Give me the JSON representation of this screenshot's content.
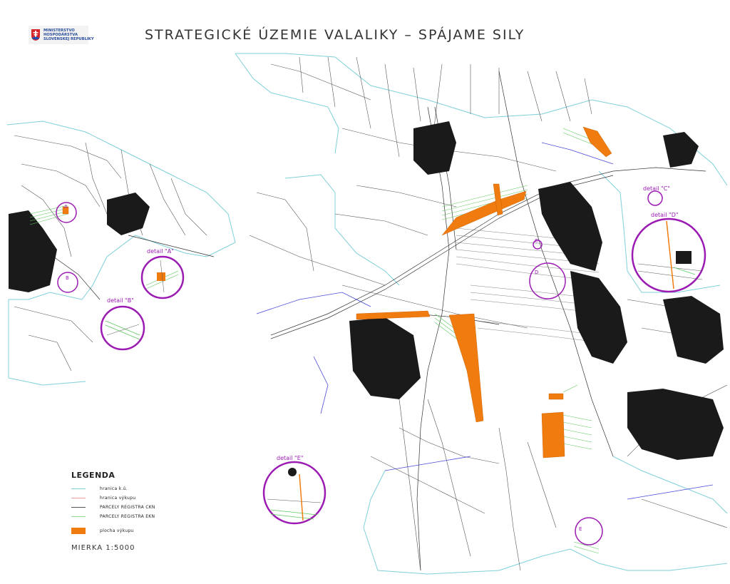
{
  "header": {
    "title": "STRATEGICKÉ ÚZEMIE VALALIKY – SPÁJAME SILY",
    "logo_lines": [
      "MINISTERSTVO",
      "HOSPODÁRSTVA",
      "SLOVENSKEJ REPUBLIKY"
    ]
  },
  "details": [
    {
      "label": "detail \"A\"",
      "marker": "A"
    },
    {
      "label": "detail \"B\"",
      "marker": "B"
    },
    {
      "label": "detail \"C\"",
      "marker": "C"
    },
    {
      "label": "detail \"D\"",
      "marker": "D"
    },
    {
      "label": "detail \"E\"",
      "marker": "E"
    }
  ],
  "legend": {
    "title": "LEGENDA",
    "items": [
      {
        "label": "hranica k.ú.",
        "color": "#7fd0d8"
      },
      {
        "label": "hranica výkupu",
        "color": "#e8a0a0"
      },
      {
        "label": "PARCELY REGISTRA CKN",
        "color": "#555555"
      },
      {
        "label": "PARCELY REGISTRA EKN",
        "color": "#8fd88f"
      },
      {
        "label": "plocha výkupu",
        "color": "#f07c0f"
      }
    ]
  },
  "scale": "MIERKA 1:5000",
  "colors": {
    "detail_circle": "#9b1bb3",
    "purchase_area": "#f07c0f",
    "ekn_parcels": "#5cc85c",
    "ckn_parcels": "#444444",
    "cadastral_border": "#7fd0d8"
  }
}
